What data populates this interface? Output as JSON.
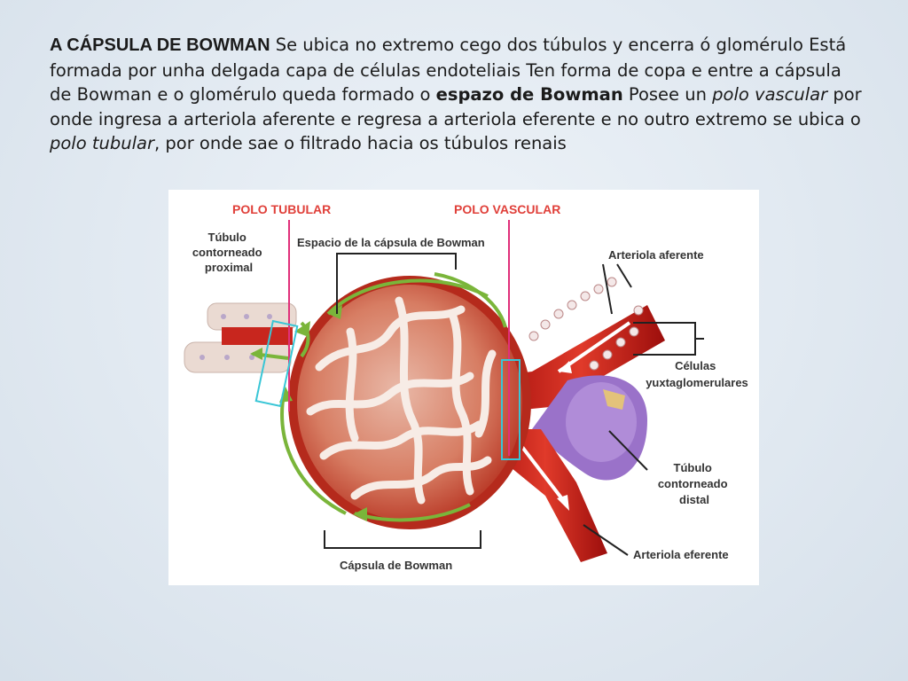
{
  "slide": {
    "paragraph": [
      {
        "t": "A CÁPSULA DE BOWMAN",
        "s": "lead"
      },
      {
        "t": " Se ubica no extremo cego dos túbulos y encerra ó glomérulo Está formada por unha delgada capa de células endoteliais Ten forma de copa  e entre a cápsula de Bowman e o glomérulo queda formado o ",
        "s": "n"
      },
      {
        "t": "espazo de Bowman",
        "s": "b"
      },
      {
        "t": " Posee un ",
        "s": "n"
      },
      {
        "t": "polo vascular",
        "s": "i"
      },
      {
        "t": " por onde ingresa a arteriola aferente e regresa a arteriola eferente e no outro extremo se ubica o ",
        "s": "n"
      },
      {
        "t": "polo tubular",
        "s": "i"
      },
      {
        "t": ", por onde sae o filtrado hacia os túbulos renais",
        "s": "n"
      }
    ]
  },
  "figure": {
    "labels": {
      "polo_tubular": "POLO TUBULAR",
      "polo_vascular": "POLO VASCULAR",
      "tubulo_proximal": [
        "Túbulo",
        "contorneado",
        "proximal"
      ],
      "espacio": "Espacio de la cápsula de Bowman",
      "arteriola_aferente": "Arteriola aferente",
      "celulas_yuxta": [
        "Células",
        "yuxtaglomerulares"
      ],
      "tubulo_distal": [
        "Túbulo",
        "contorneado",
        "distal"
      ],
      "arteriola_eferente": "Arteriola eferente",
      "capsula": "Cápsula de Bowman"
    },
    "colors": {
      "capsule_red": "#c8261e",
      "capillary_white": "#f6e6e0",
      "pole_pink": "#e0307a",
      "pole_box_cyan": "#39c6d6",
      "flow_green": "#7ab53a",
      "distal_purple": "#9a72c9",
      "label_red": "#e0403a"
    }
  }
}
